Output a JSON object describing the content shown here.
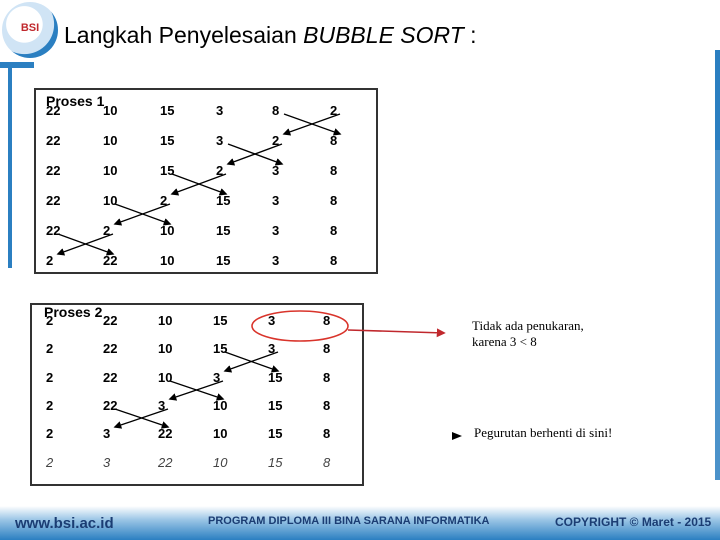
{
  "header": {
    "logo_text": "BSI",
    "title_plain": "Langkah Penyelesaian ",
    "title_emph": "BUBBLE  SORT",
    "title_tail": " :"
  },
  "proses1": {
    "title": "Proses 1",
    "rows": [
      [
        "22",
        "10",
        "15",
        "3",
        "8",
        "2"
      ],
      [
        "22",
        "10",
        "15",
        "3",
        "2",
        "8"
      ],
      [
        "22",
        "10",
        "15",
        "2",
        "3",
        "8"
      ],
      [
        "22",
        "10",
        "2",
        "15",
        "3",
        "8"
      ],
      [
        "22",
        "2",
        "10",
        "15",
        "3",
        "8"
      ],
      [
        "2",
        "22",
        "10",
        "15",
        "3",
        "8"
      ]
    ]
  },
  "proses2": {
    "title": "Proses 2",
    "rows": [
      [
        "2",
        "22",
        "10",
        "15",
        "3",
        "8"
      ],
      [
        "2",
        "22",
        "10",
        "15",
        "3",
        "8"
      ],
      [
        "2",
        "22",
        "10",
        "3",
        "15",
        "8"
      ],
      [
        "2",
        "22",
        "3",
        "10",
        "15",
        "8"
      ],
      [
        "2",
        "3",
        "22",
        "10",
        "15",
        "8"
      ],
      [
        "2",
        "3",
        "22",
        "10",
        "15",
        "8"
      ]
    ]
  },
  "notes": {
    "no_swap_line1": "Tidak ada penukaran,",
    "no_swap_line2": "karena 3 < 8",
    "stop": "Pegurutan berhenti di sini!"
  },
  "footer": {
    "website": "www.bsi.ac.id",
    "program": "PROGRAM DIPLOMA III BINA SARANA INFORMATIKA",
    "copyright": "COPYRIGHT © Maret - 2015"
  },
  "colors": {
    "accent": "#2b7fc1",
    "highlight": "#d9342b"
  }
}
